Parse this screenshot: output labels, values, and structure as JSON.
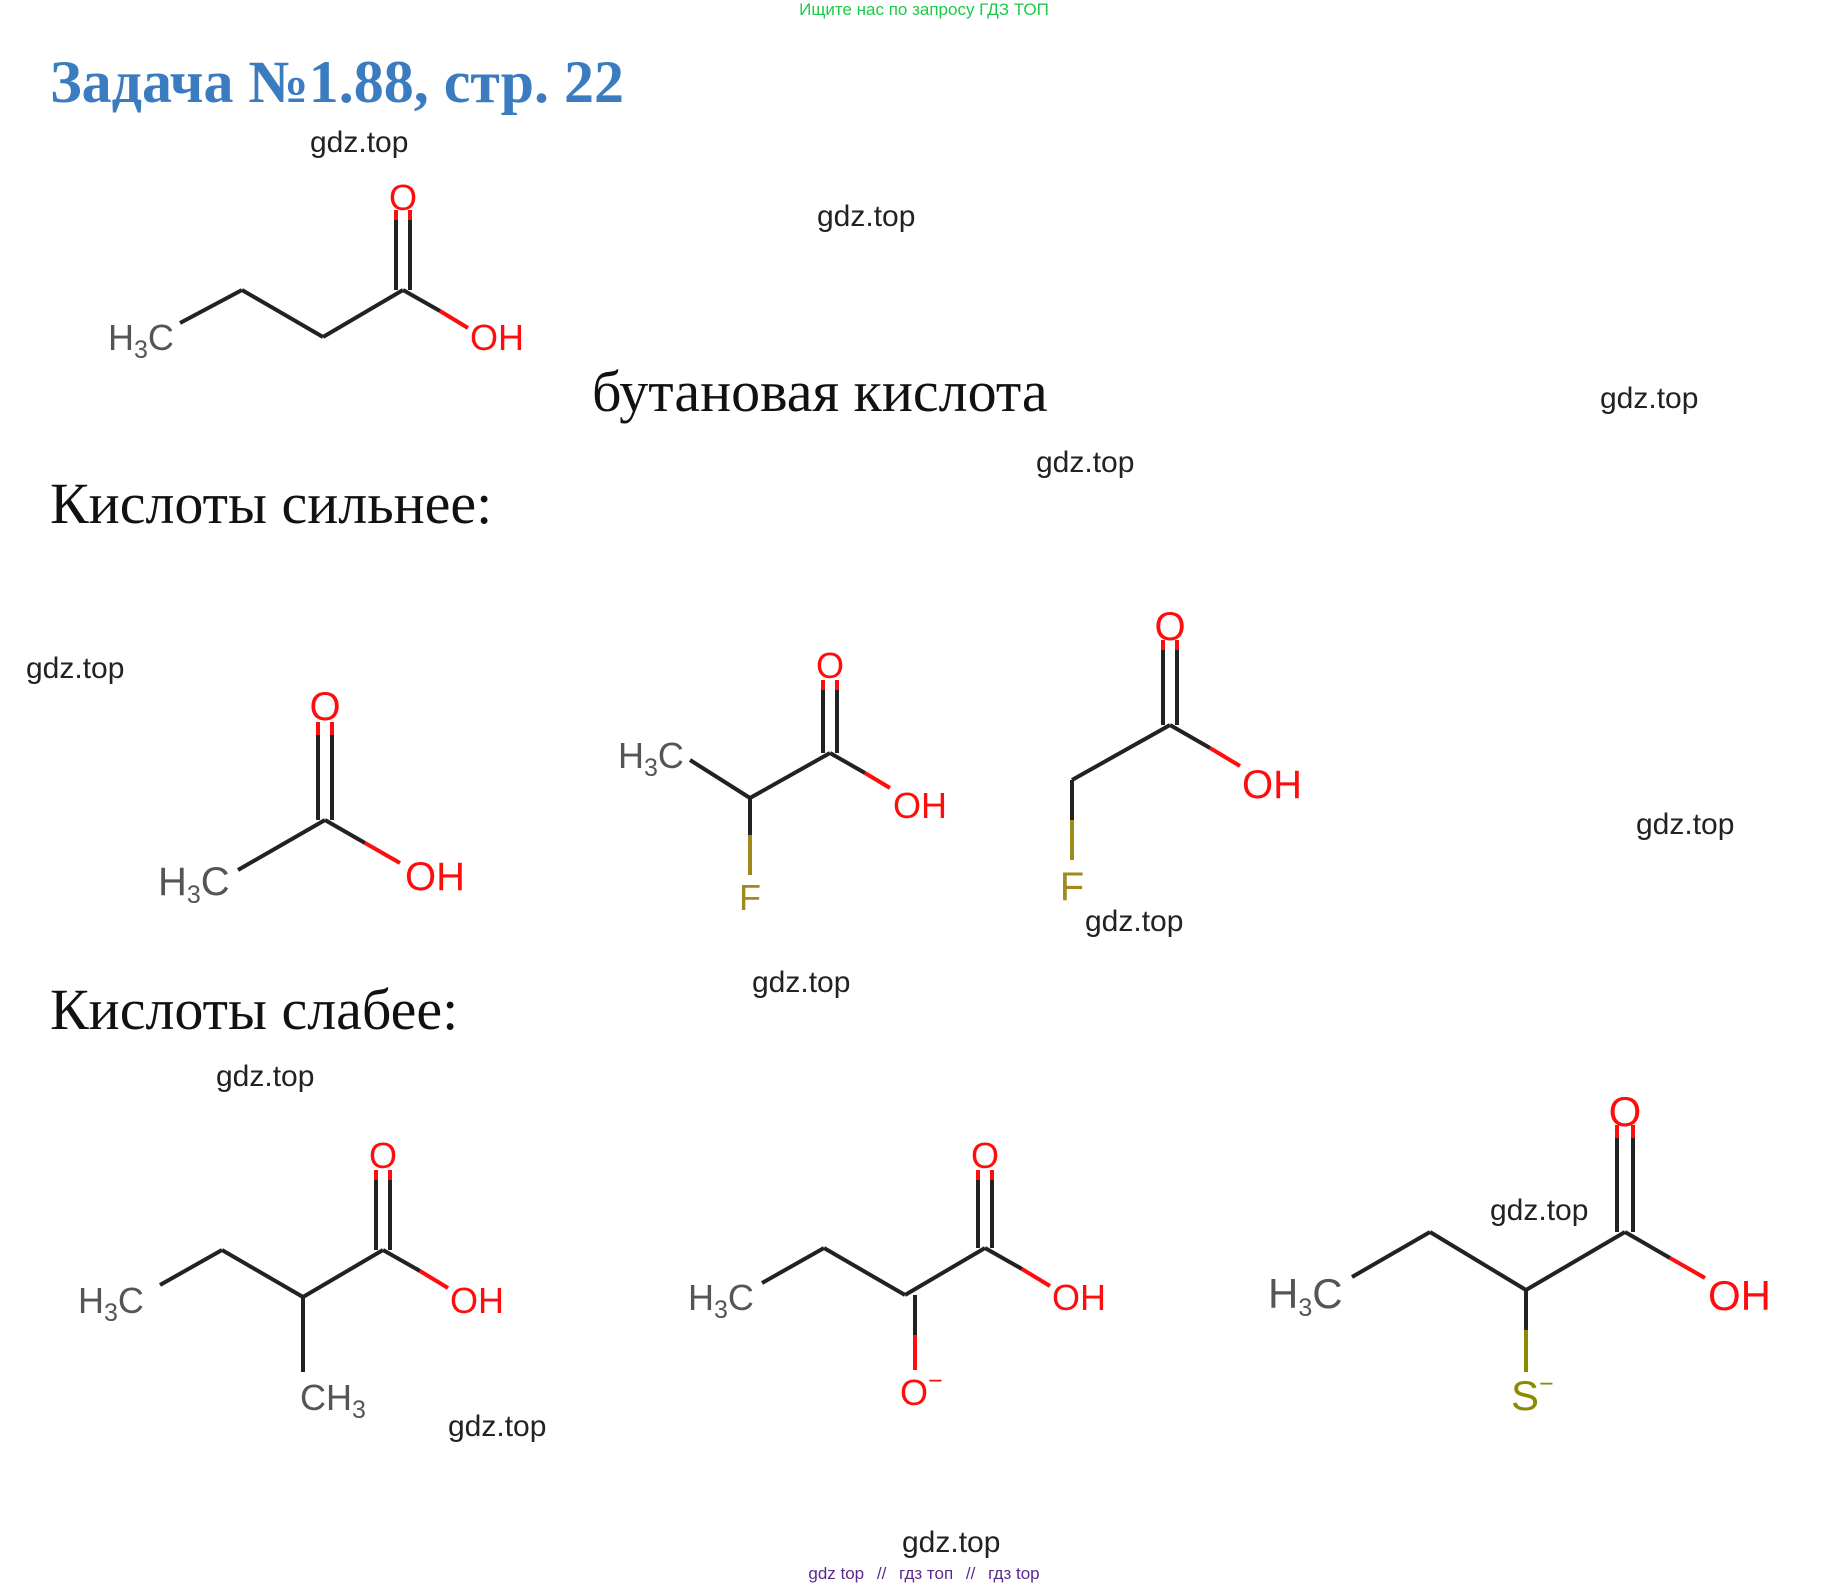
{
  "banner": "Ищите нас по запросу ГДЗ ТОП",
  "title": "Задача №1.88, стр. 22",
  "acid_name": "бутановая кислота",
  "sections": {
    "stronger": "Кислоты сильнее:",
    "weaker": "Кислоты слабее:"
  },
  "watermark": "gdz.top",
  "molecules": {
    "butanoic": {
      "ch3": "H",
      "ch3_sub": "3",
      "ch3_c": "C",
      "o": "O",
      "oh": "OH"
    },
    "acetic": {
      "ch3": "H",
      "ch3_sub": "3",
      "ch3_c": "C",
      "o": "O",
      "oh": "OH"
    },
    "fluoropropanoic": {
      "ch3": "H",
      "ch3_sub": "3",
      "ch3_c": "C",
      "o": "O",
      "oh": "OH",
      "f": "F"
    },
    "fluoroacetic": {
      "o": "O",
      "oh": "OH",
      "f": "F"
    },
    "methylbutanoic": {
      "ch3": "H",
      "ch3_sub": "3",
      "ch3_c": "C",
      "o": "O",
      "oh": "OH",
      "ch3b": "CH",
      "ch3b_sub": "3"
    },
    "oxidobutanoic": {
      "ch3": "H",
      "ch3_sub": "3",
      "ch3_c": "C",
      "o": "O",
      "oh": "OH",
      "ominus": "O",
      "ominus_sup": "−"
    },
    "sulfidobutanoic": {
      "ch3": "H",
      "ch3_sub": "3",
      "ch3_c": "C",
      "o": "O",
      "oh": "OH",
      "s": "S",
      "s_sup": "−"
    }
  },
  "footer": {
    "links": [
      "gdz top",
      "гдз топ",
      "гдз top"
    ],
    "separator": "//"
  },
  "colors": {
    "title": "#3b7cc0",
    "banner": "#1ec94a",
    "oxygen": "#ff0d0d",
    "fluorine": "#a08a1e",
    "sulfur": "#8b8b00",
    "footer": "#5a2a8c"
  }
}
